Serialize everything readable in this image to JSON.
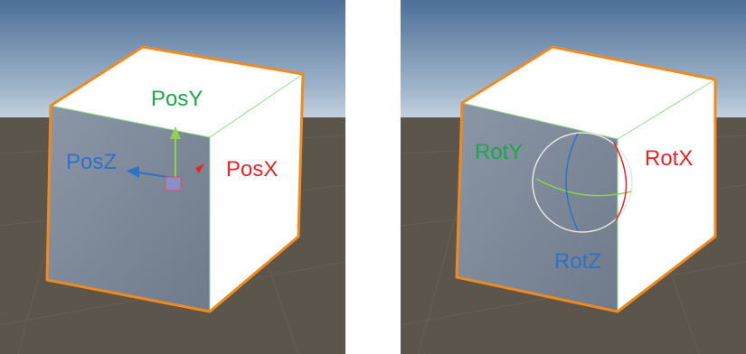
{
  "viewports": [
    {
      "mode": "move-gizmo",
      "labels": {
        "y": "PosY",
        "z": "PosZ",
        "x": "PosX"
      }
    },
    {
      "mode": "rotate-gizmo",
      "labels": {
        "y": "RotY",
        "x": "RotX",
        "z": "RotZ"
      }
    }
  ],
  "colors": {
    "sky_top": "#4d6f98",
    "sky_horizon": "#b4c6d6",
    "ground": "#5c554c",
    "cube_top": "#ffffff",
    "cube_left": "#7c8797",
    "cube_right": "#ffffff",
    "selection_outline": "#f08a1e",
    "wire_green": "#8fe28a",
    "axis_x": "#e8242b",
    "axis_y": "#19a84a",
    "axis_z": "#2d72c8"
  }
}
